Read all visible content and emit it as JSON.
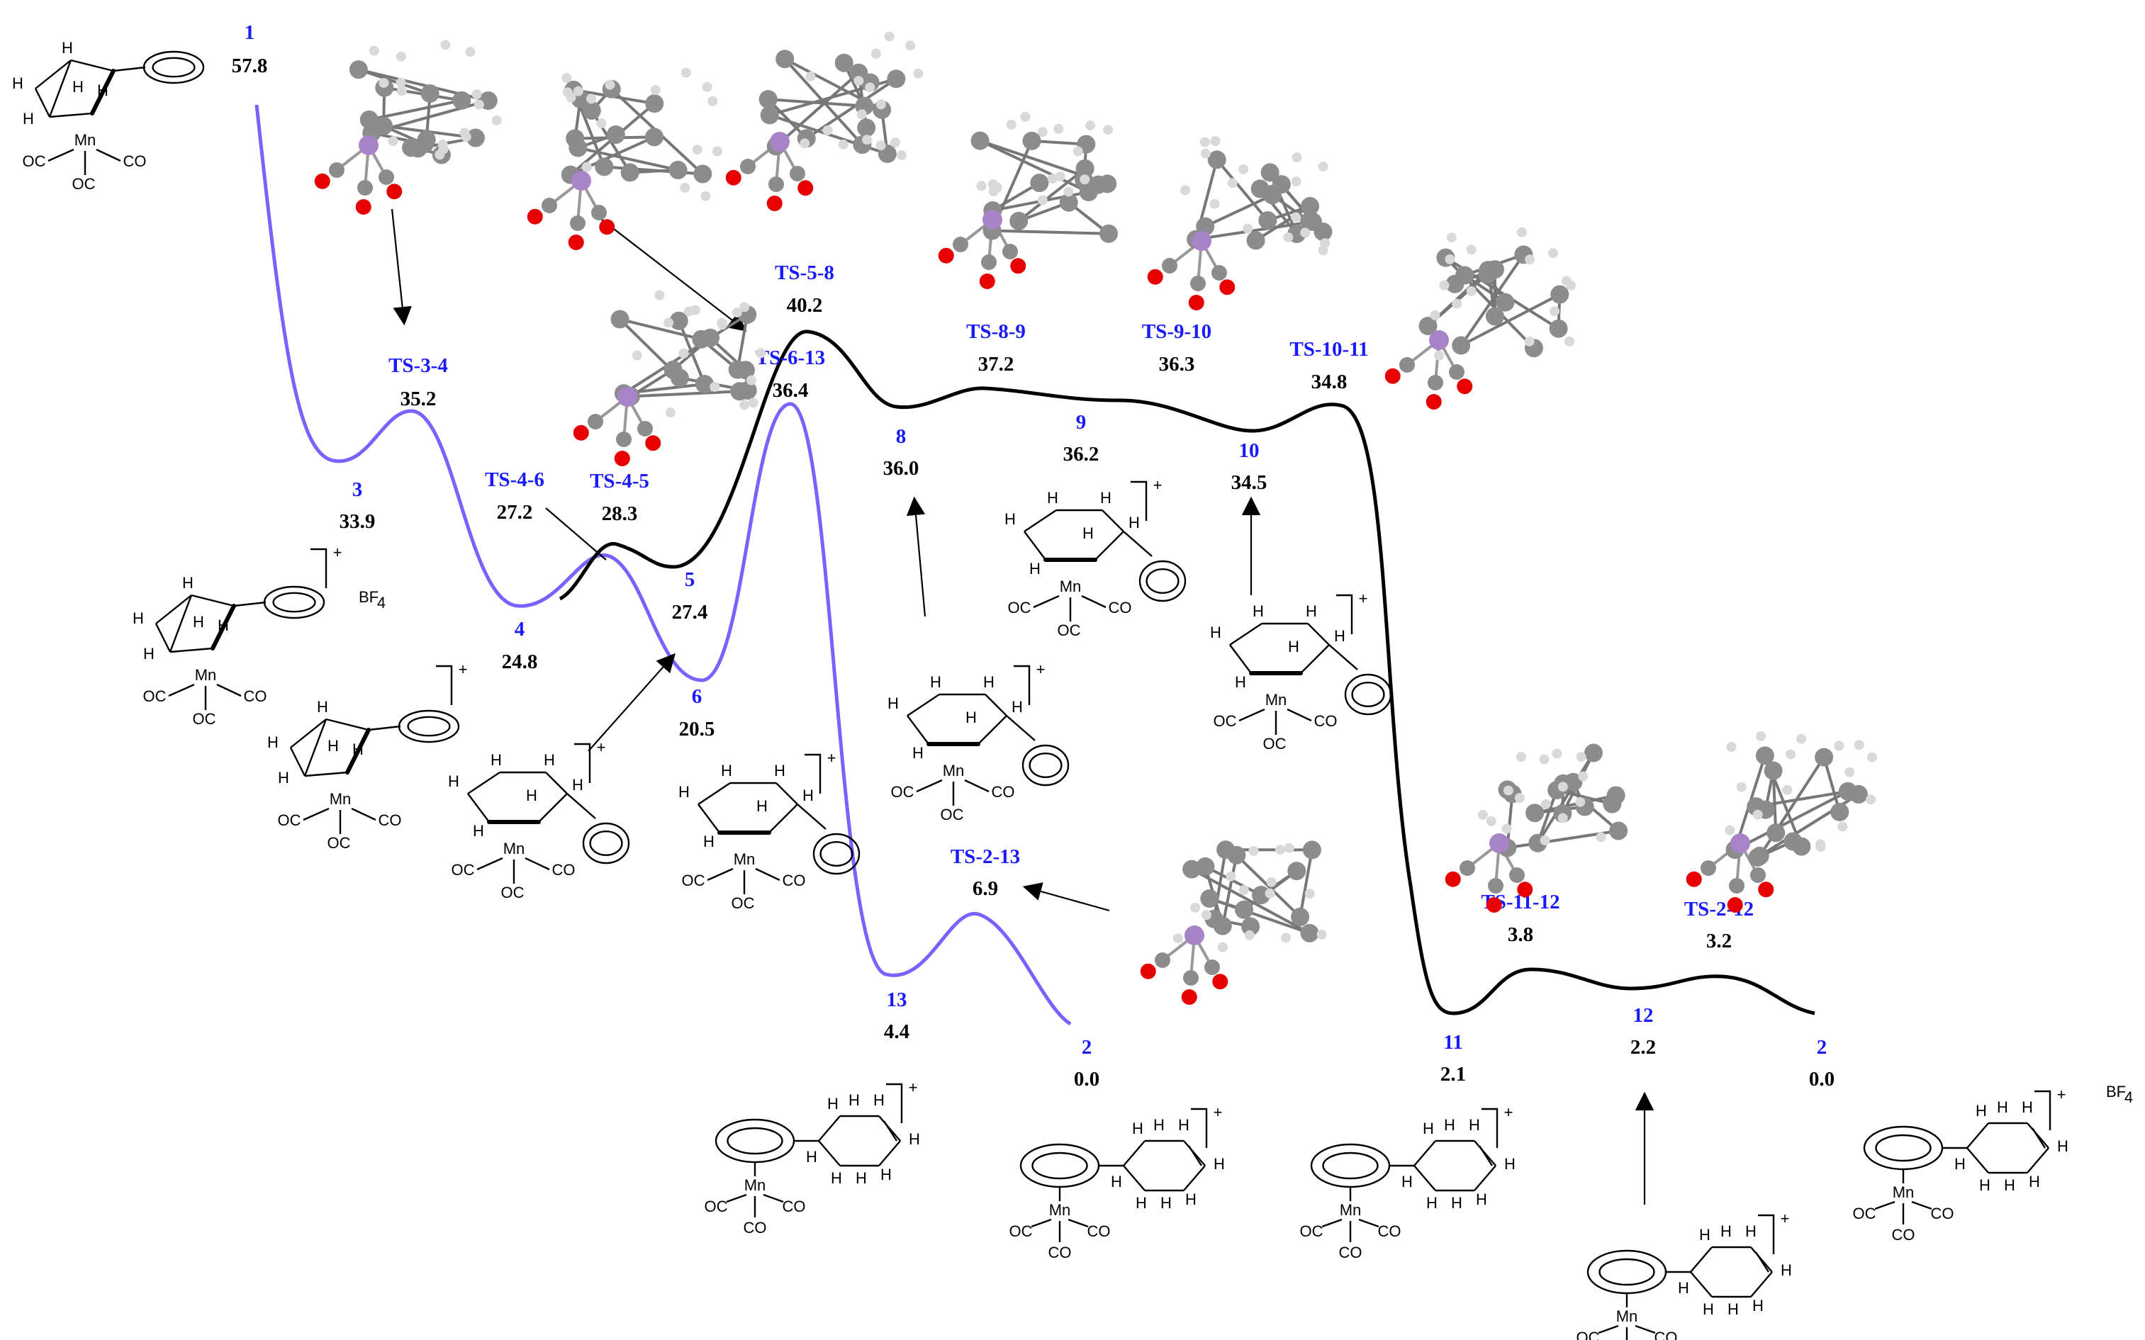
{
  "colors": {
    "blue_path": "#7b61ff",
    "black_path": "#000000",
    "label_blue": "#1a1aff",
    "label_black": "#000000",
    "ball_c": "#8c8c8c",
    "ball_h": "#d9d9d9",
    "ball_o": "#e60000",
    "ball_mn": "#a883c8"
  },
  "points": [
    {
      "name": "1",
      "energy": "57.8"
    },
    {
      "name": "3",
      "energy": "33.9"
    },
    {
      "name": "TS-3-4",
      "energy": "35.2"
    },
    {
      "name": "4",
      "energy": "24.8"
    },
    {
      "name": "TS-4-6",
      "energy": "27.2"
    },
    {
      "name": "TS-4-5",
      "energy": "28.3"
    },
    {
      "name": "5",
      "energy": "27.4"
    },
    {
      "name": "6",
      "energy": "20.5"
    },
    {
      "name": "TS-5-8",
      "energy": "40.2"
    },
    {
      "name": "TS-6-13",
      "energy": "36.4"
    },
    {
      "name": "8",
      "energy": "36.0"
    },
    {
      "name": "TS-8-9",
      "energy": "37.2"
    },
    {
      "name": "9",
      "energy": "36.2"
    },
    {
      "name": "TS-9-10",
      "energy": "36.3"
    },
    {
      "name": "10",
      "energy": "34.5"
    },
    {
      "name": "TS-10-11",
      "energy": "34.8"
    },
    {
      "name": "TS-2-13",
      "energy": "6.9"
    },
    {
      "name": "13",
      "energy": "4.4"
    },
    {
      "name": "2",
      "energy": "0.0"
    },
    {
      "name": "TS-11-12",
      "energy": "3.8"
    },
    {
      "name": "11",
      "energy": "2.1"
    },
    {
      "name": "12",
      "energy": "2.2"
    },
    {
      "name": "TS-2-12",
      "energy": "3.2"
    },
    {
      "name": "2",
      "energy": "0.0"
    }
  ],
  "structure_text": {
    "mn": "Mn",
    "oc": "OC",
    "co": "CO",
    "h": "H",
    "bf4": "BF",
    "bf4_sub": "4",
    "plus": "+"
  }
}
